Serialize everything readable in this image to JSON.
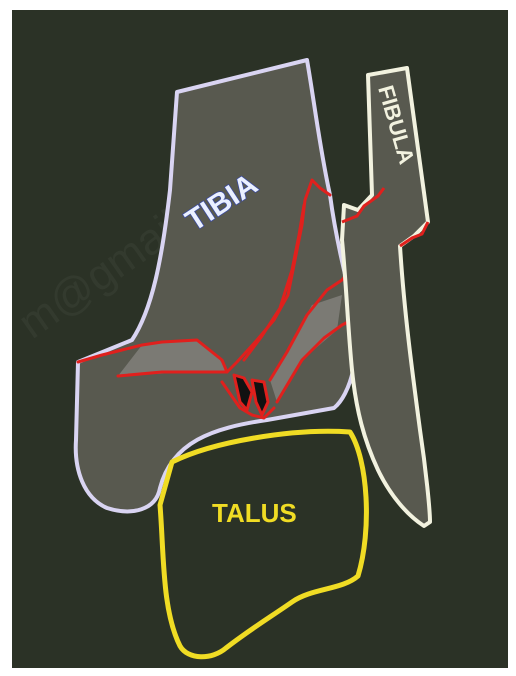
{
  "labels": {
    "tibia": "TIBIA",
    "fibula": "FIBULA",
    "talus": "TALUS"
  },
  "watermark": "m@gmail.com",
  "colors": {
    "background": "#2b3226",
    "bone_fill": "#58594f",
    "tibia_outline": "#d9d4f2",
    "fibula_outline": "#f2f2df",
    "fracture_line": "#e0201d",
    "talus_outline": "#f0dc24",
    "tibia_label": "#eaf0ff",
    "talus_label": "#f0dc24"
  },
  "icons": [
    "tibia-bone",
    "fibula-bone",
    "talus-bone",
    "fracture-lines"
  ]
}
